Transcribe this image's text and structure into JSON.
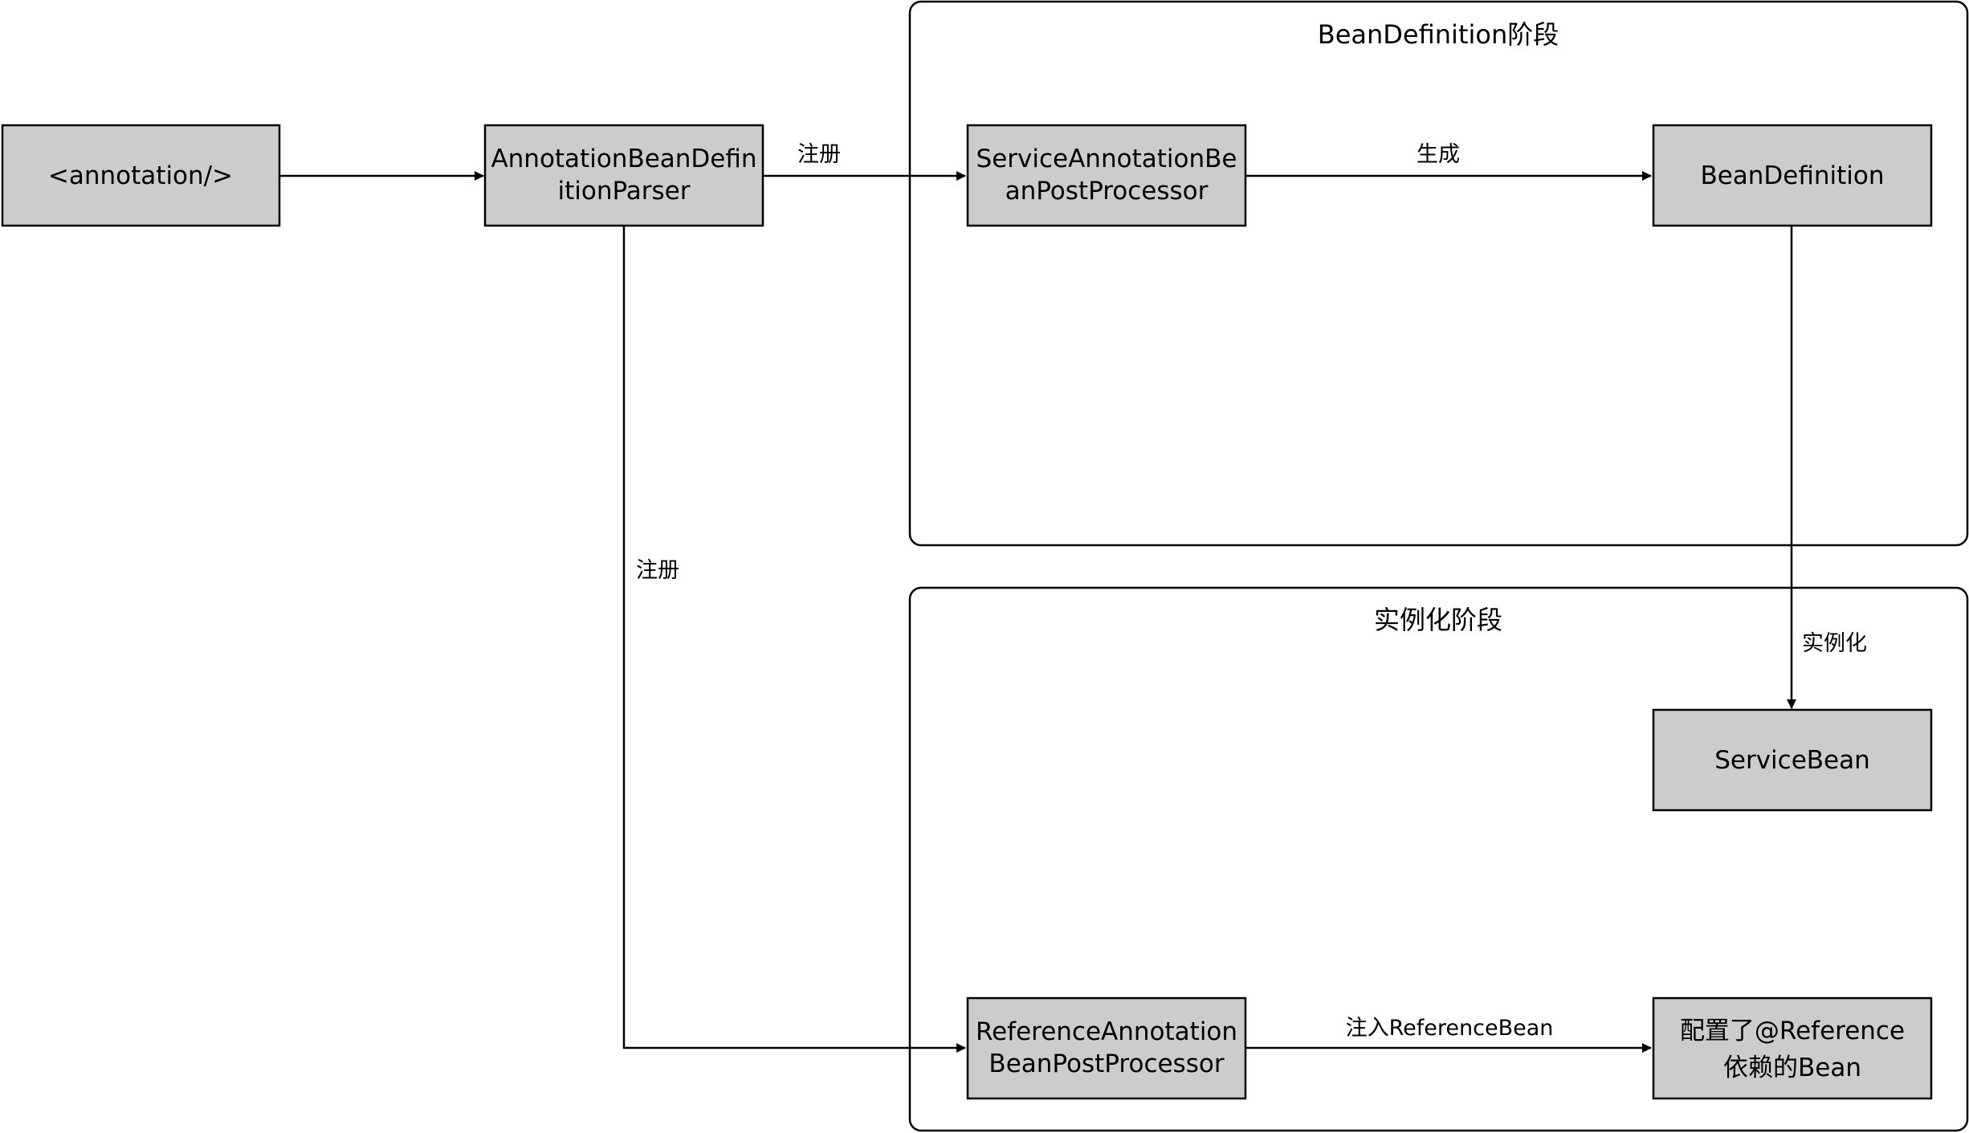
{
  "groups": {
    "beandefinition_stage": {
      "title": "BeanDefinition阶段"
    },
    "instantiation_stage": {
      "title": "实例化阶段"
    }
  },
  "nodes": {
    "annotation": {
      "lines": [
        "<annotation/>"
      ]
    },
    "parser": {
      "lines": [
        "AnnotationBeanDefin",
        "itionParser"
      ]
    },
    "service_processor": {
      "lines": [
        "ServiceAnnotationBe",
        "anPostProcessor"
      ]
    },
    "bean_definition": {
      "lines": [
        "BeanDefinition"
      ]
    },
    "service_bean": {
      "lines": [
        "ServiceBean"
      ]
    },
    "reference_processor": {
      "lines": [
        "ReferenceAnnotation",
        "BeanPostProcessor"
      ]
    },
    "dependent_bean": {
      "lines": [
        "配置了@Reference",
        "依赖的Bean"
      ]
    }
  },
  "edges": {
    "parser_to_service": {
      "label": "注册"
    },
    "service_to_definition": {
      "label": "生成"
    },
    "definition_to_service_bean": {
      "label": "实例化"
    },
    "parser_to_reference": {
      "label": "注册"
    },
    "reference_to_bean": {
      "label": "注入ReferenceBean"
    }
  },
  "colors": {
    "node_fill": "#cccccc",
    "stroke": "#000000",
    "background": "#ffffff"
  }
}
